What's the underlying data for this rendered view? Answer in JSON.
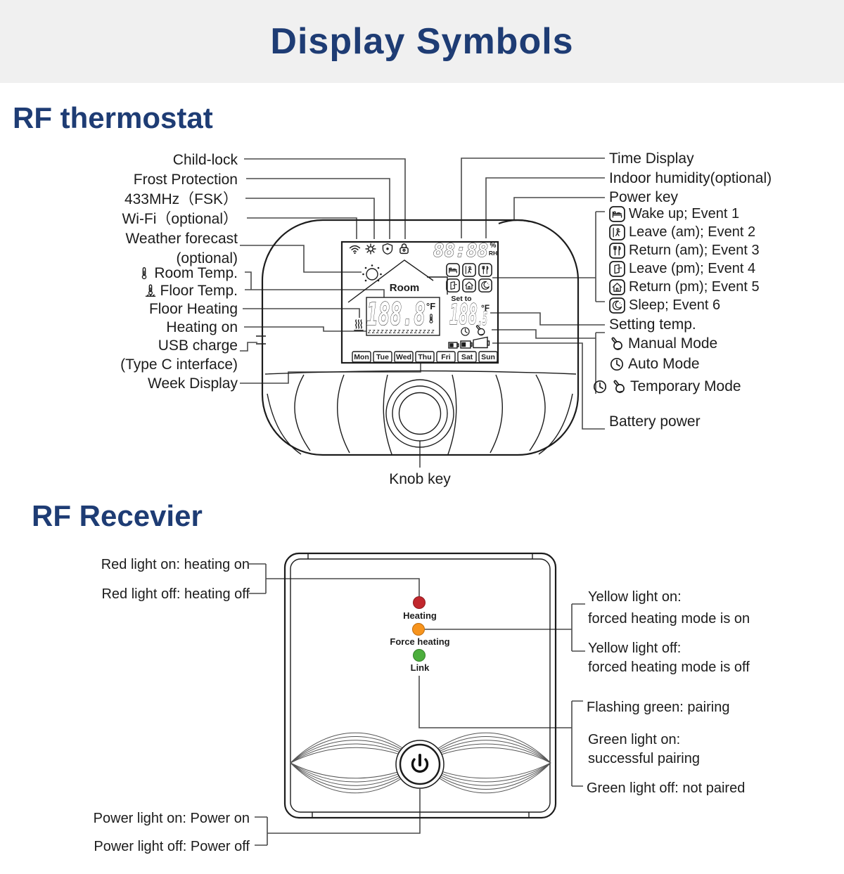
{
  "title": "Display Symbols",
  "thermostat": {
    "heading": "RF thermostat",
    "labels_left": {
      "child_lock": "Child-lock",
      "frost_protection": "Frost Protection",
      "mhz": "433MHz（FSK）",
      "wifi": "Wi-Fi（optional）",
      "weather_1": "Weather forecast",
      "weather_2": "(optional)",
      "room_temp": "Room Temp.",
      "floor_temp": "Floor Temp.",
      "floor_heating": "Floor Heating",
      "heating_on": "Heating on",
      "usb_charge": "USB charge",
      "usb_charge_2": "(Type C interface)",
      "week_display": "Week Display"
    },
    "labels_right": {
      "time_display": "Time Display",
      "indoor_humidity": "Indoor humidity(optional)",
      "power_key": "Power key",
      "events": [
        {
          "label": "Wake up; Event 1"
        },
        {
          "label": "Leave (am); Event 2"
        },
        {
          "label": "Return (am); Event 3"
        },
        {
          "label": "Leave (pm); Event 4"
        },
        {
          "label": "Return (pm); Event 5"
        },
        {
          "label": "Sleep; Event 6"
        }
      ],
      "setting_temp": "Setting temp.",
      "manual_mode": "Manual Mode",
      "auto_mode": "Auto Mode",
      "temporary_mode": "Temporary Mode",
      "battery_power": "Battery power"
    },
    "lcd": {
      "time": "88:88",
      "percent": "%",
      "rh": "RH",
      "room": "Room",
      "main_temp": "188.8",
      "deg_f": "°F",
      "set_to": "Set to",
      "set_temp": "188",
      "set_temp_frac": ".5",
      "squiggles": "zzzzzzzzzzzzzzzz",
      "days": [
        "Mon",
        "Tue",
        "Wed",
        "Thu",
        "Fri",
        "Sat",
        "Sun"
      ]
    },
    "knob_label": "Knob key"
  },
  "receiver": {
    "heading": "RF Recevier",
    "labels_left": {
      "red_on": "Red light on: heating on",
      "red_off": "Red light off: heating off",
      "power_on": "Power light on: Power on",
      "power_off": "Power light off: Power off"
    },
    "leds": {
      "heating": "Heating",
      "force_heating": "Force heating",
      "link": "Link"
    },
    "labels_right": {
      "yellow_on_1": "Yellow light on:",
      "yellow_on_2": "forced heating mode is on",
      "yellow_off_1": "Yellow light off:",
      "yellow_off_2": "forced heating mode is off",
      "flashing_green": "Flashing green: pairing",
      "green_on_1": "Green light on:",
      "green_on_2": "successful pairing",
      "green_off": "Green light off: not paired"
    }
  },
  "colors": {
    "accent_navy": "#1e3c74",
    "banner_gray": "#f0f0f0",
    "line": "#4a4a4a",
    "led_red": "#c1272d",
    "led_orange": "#f7941d",
    "led_green": "#4cae3c"
  }
}
